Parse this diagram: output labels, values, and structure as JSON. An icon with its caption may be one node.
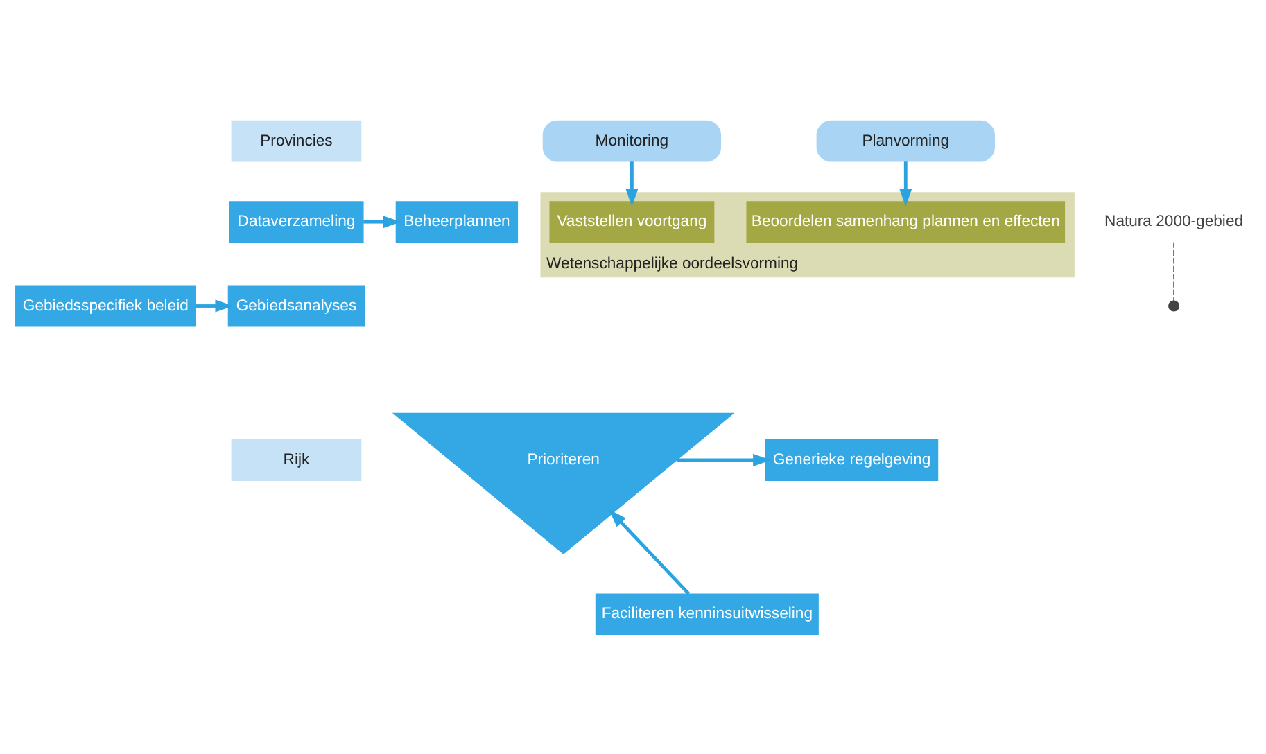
{
  "diagram": {
    "nodes": [
      {
        "text": [
          "Provincies"
        ]
      },
      {
        "text": [
          "Rijk"
        ]
      },
      {
        "text": [
          "Wetenschappelijke oordeelsvorming"
        ]
      },
      {
        "text": [
          "Monitoring"
        ]
      },
      {
        "text": [
          "Planvorming"
        ]
      },
      {
        "text": [
          "Dataverzameling"
        ]
      },
      {
        "text": [
          "Gebiedsanalyses"
        ]
      },
      {
        "text": [
          "Beheerplannen"
        ]
      },
      {
        "text": [
          "Gebiedsspecifiek beleid"
        ]
      },
      {
        "text": [
          "Prioriteren"
        ]
      },
      {
        "text": [
          "Generieke regelgeving"
        ]
      },
      {
        "text": [
          "Faciliteren kenninsuitwisseling"
        ]
      },
      {
        "text": [
          "Vaststellen voortgang"
        ],
        "in": 2
      },
      {
        "text": [
          "Beoordelen samenhang plannen en effecten"
        ],
        "in": 2
      },
      {
        "text": [
          "Natura 2000-gebied"
        ]
      },
      {
        "text": [],
        "shape": "circle"
      }
    ],
    "edges": [
      {
        "from": 5,
        "to": 7,
        "arrow": "to"
      },
      {
        "from": 8,
        "to": 6,
        "arrow": "to"
      },
      {
        "from": 9,
        "to": 10,
        "arrow": "to"
      },
      {
        "from": 11,
        "to": 9,
        "arrow": "to"
      },
      {
        "from": 3,
        "to": 12,
        "arrow": "to"
      },
      {
        "from": 4,
        "to": 13,
        "arrow": "to"
      },
      {
        "from": 14,
        "to": 15,
        "arrow": "none",
        "style": "dashed",
        "color": "#444444"
      }
    ]
  }
}
